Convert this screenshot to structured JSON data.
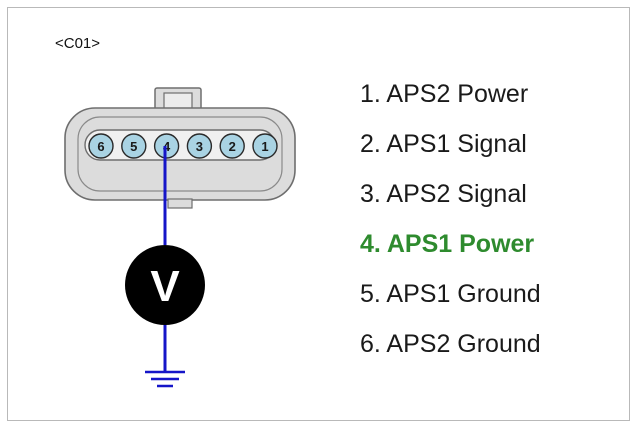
{
  "connector": {
    "label": "<C01>",
    "pins": [
      "6",
      "5",
      "4",
      "3",
      "2",
      "1"
    ],
    "probed_pin": "4"
  },
  "meter": {
    "symbol": "V",
    "icon": "voltmeter-icon"
  },
  "ground": {
    "icon": "ground-icon"
  },
  "pin_functions": [
    {
      "text": "1. APS2 Power",
      "active": false
    },
    {
      "text": "2. APS1 Signal",
      "active": false
    },
    {
      "text": "3. APS2 Signal",
      "active": false
    },
    {
      "text": "4. APS1 Power",
      "active": true
    },
    {
      "text": "5. APS1 Ground",
      "active": false
    },
    {
      "text": "6. APS2 Ground",
      "active": false
    }
  ],
  "colors": {
    "highlight": "#2e8b2e",
    "probe_wire": "#1515c8",
    "pin_fill": "#a9d3e3",
    "connector_fill": "#dcdcdc"
  }
}
